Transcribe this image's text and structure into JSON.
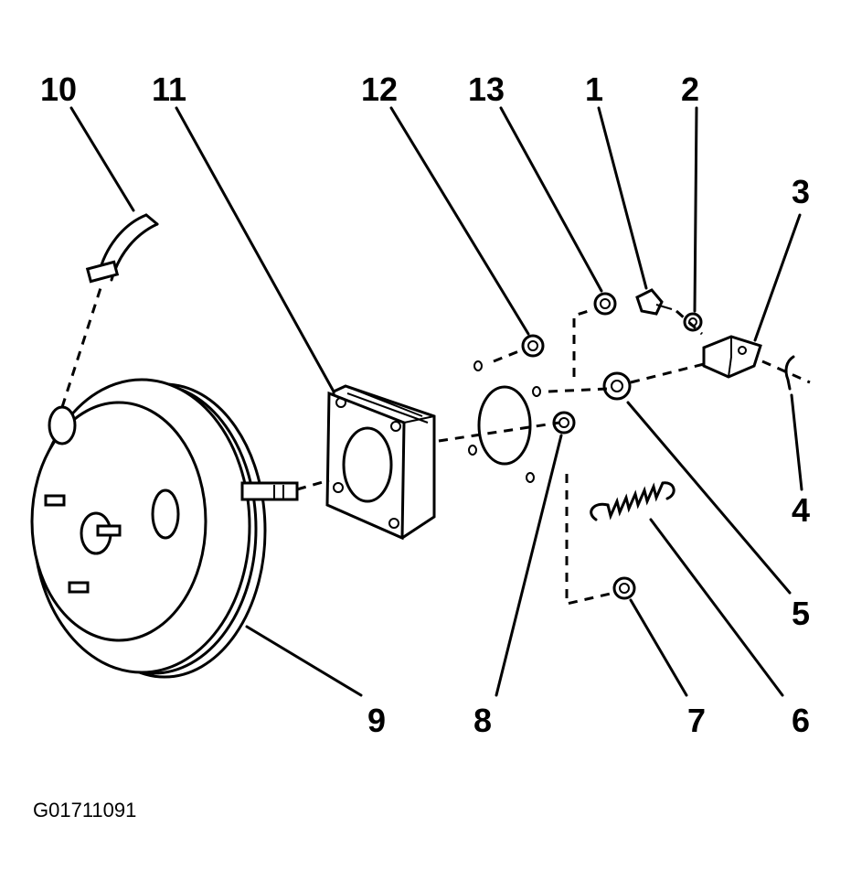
{
  "figure_code": "G01711091",
  "callouts": [
    {
      "id": "10",
      "text": "10"
    },
    {
      "id": "11",
      "text": "11"
    },
    {
      "id": "12",
      "text": "12"
    },
    {
      "id": "13",
      "text": "13"
    },
    {
      "id": "1",
      "text": "1"
    },
    {
      "id": "2",
      "text": "2"
    },
    {
      "id": "3",
      "text": "3"
    },
    {
      "id": "4",
      "text": "4"
    },
    {
      "id": "5",
      "text": "5"
    },
    {
      "id": "6",
      "text": "6"
    },
    {
      "id": "7",
      "text": "7"
    },
    {
      "id": "8",
      "text": "8"
    },
    {
      "id": "9",
      "text": "9"
    }
  ]
}
